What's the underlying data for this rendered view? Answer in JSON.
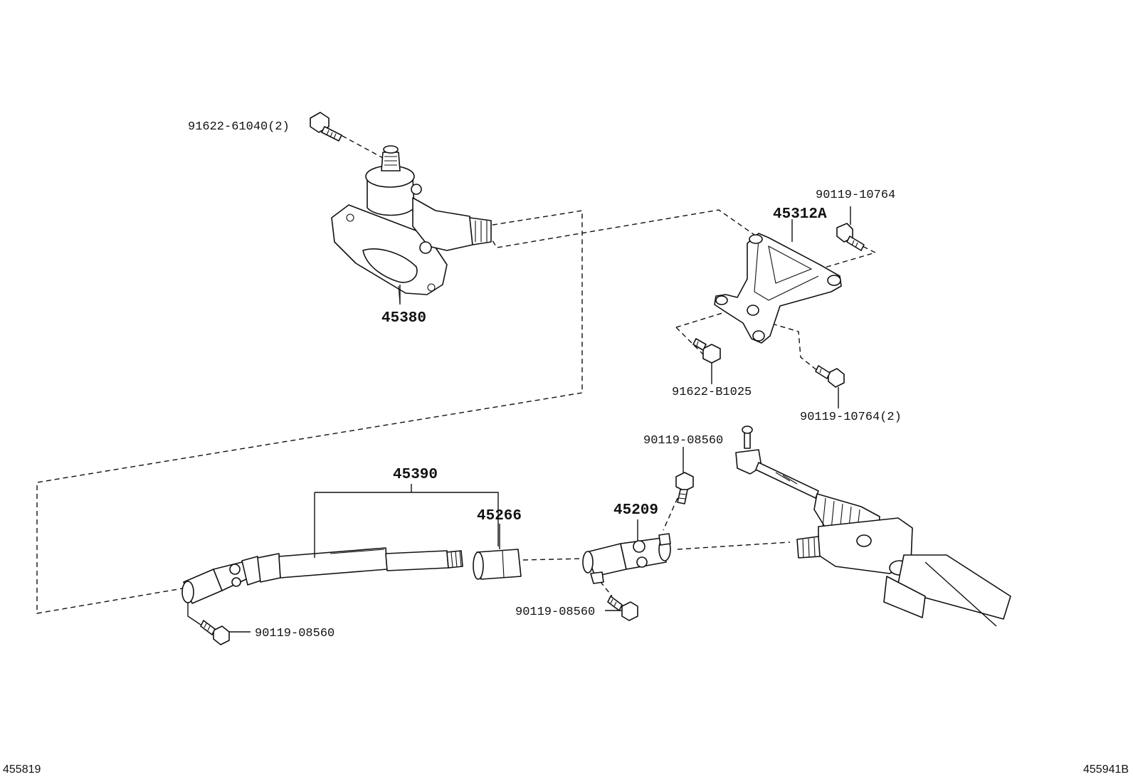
{
  "labels": {
    "bolt_91622_61040": "91622-61040(2)",
    "gear_housing": "45380",
    "bolt_90119_10764": "90119-10764",
    "bracket": "45312A",
    "bolt_91622_b1025": "91622-B1025",
    "bolt_90119_10764_2": "90119-10764(2)",
    "bolt_90119_08560_top": "90119-08560",
    "shaft_assembly": "45390",
    "sleeve": "45266",
    "joint": "45209",
    "bolt_90119_08560_mid": "90119-08560",
    "bolt_90119_08560_low": "90119-08560"
  },
  "footer": {
    "left_ref": "455819",
    "right_ref": "455941B"
  }
}
